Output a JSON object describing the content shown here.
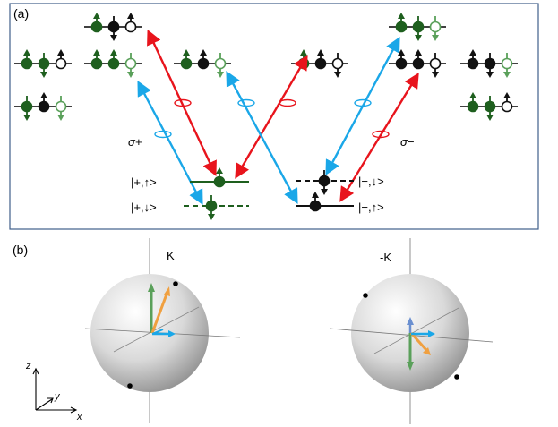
{
  "panel_a": {
    "label": "(a)",
    "sigma_plus": "σ+",
    "sigma_minus": "σ−",
    "states": {
      "plus_up": "|+,↑>",
      "plus_down": "|+,↓>",
      "minus_down": "|−,↓>",
      "minus_up": "|−,↑>"
    }
  },
  "panel_b": {
    "label": "(b)",
    "sphere_left": "K",
    "sphere_right": "-K",
    "axes": {
      "z": "z",
      "y": "y",
      "x": "x"
    }
  },
  "colors": {
    "green_dark": "#1e5f1e",
    "green_light": "#5aa05a",
    "black": "#111111",
    "red": "#e8141c",
    "blue": "#1aa7e8",
    "orange": "#f0a040",
    "frame": "#3f5f8a"
  }
}
